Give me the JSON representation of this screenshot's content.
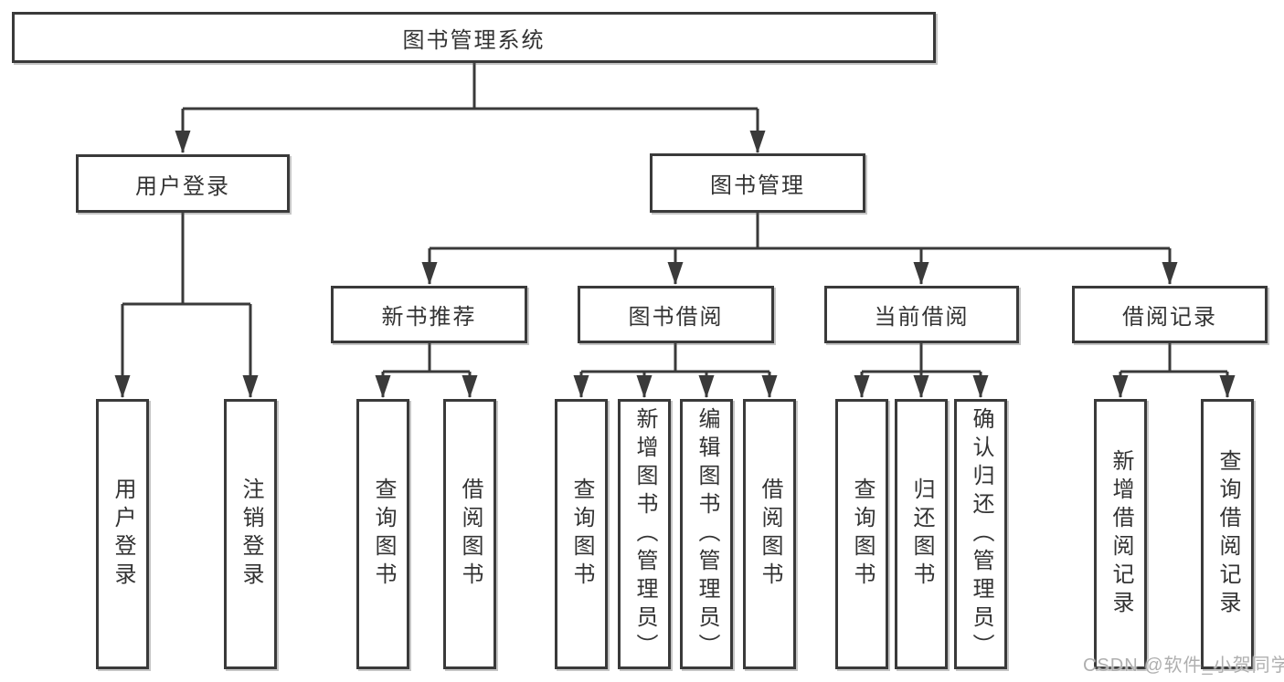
{
  "diagram": {
    "root": "图书管理系统",
    "level1": [
      "用户登录",
      "图书管理"
    ],
    "level2": [
      "新书推荐",
      "图书借阅",
      "当前借阅",
      "借阅记录"
    ],
    "leaves": {
      "user_login": [
        "用户登录",
        "注销登录"
      ],
      "new_book_recommend": [
        "查询图书",
        "借阅图书"
      ],
      "book_borrow": [
        "查询图书",
        "新增图书（管理员）",
        "编辑图书（管理员）",
        "借阅图书"
      ],
      "current_borrow": [
        "查询图书",
        "归还图书",
        "确认归还（管理员）"
      ],
      "borrow_records": [
        "新增借阅记录",
        "查询借阅记录"
      ]
    }
  },
  "watermark": "CSDN @软件_小贺同学",
  "colors": {
    "line": "#3a3a3a",
    "box_border": "#3a3a3a",
    "text": "#333333",
    "watermark": "#afafaf",
    "background": "#ffffff"
  }
}
